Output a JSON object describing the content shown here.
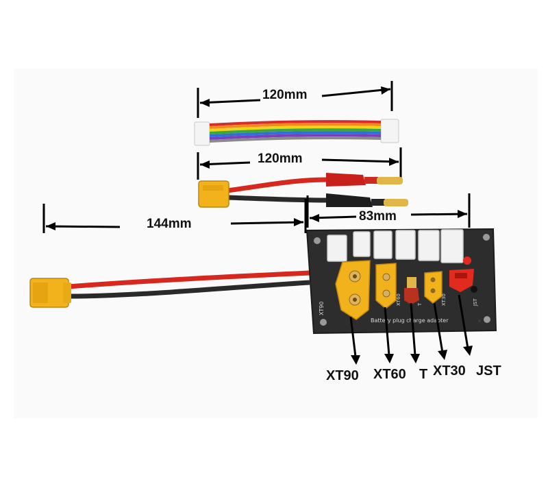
{
  "dimensions": {
    "balance_lead": "120mm",
    "banana_lead": "120mm",
    "xt60_lead": "144mm",
    "board_width": "83mm"
  },
  "connectors": [
    "XT90",
    "XT60",
    "T",
    "XT30",
    "JST"
  ],
  "board": {
    "caption": "Battery plug charge adapter",
    "side_label": "XT90",
    "port_labels": [
      "XT60",
      "T",
      "XT30",
      "JST"
    ]
  },
  "colors": {
    "xt_yellow": "#f2b21b",
    "wire_red": "#d7281f",
    "wire_black": "#2a2a2a",
    "board": "#2d2d2d",
    "banana_gold": "#e0b64a"
  }
}
